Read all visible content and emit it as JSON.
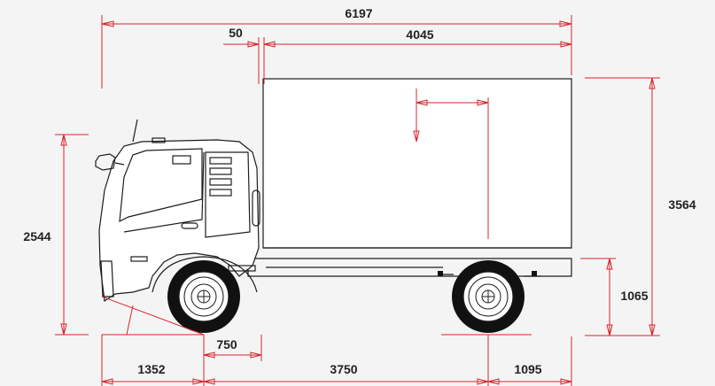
{
  "dimensions": {
    "overall_length": "6197",
    "cab_gap": "50",
    "body_length": "4045",
    "overall_height": "3564",
    "cab_height": "2544",
    "frame_height": "1065",
    "cab_overhang": "750",
    "front_overhang": "1352",
    "wheelbase": "3750",
    "rear_overhang": "1095"
  },
  "colors": {
    "dimension_line": "#d7262e",
    "outline": "#1d1d1d",
    "background": "#f4f4f4"
  }
}
